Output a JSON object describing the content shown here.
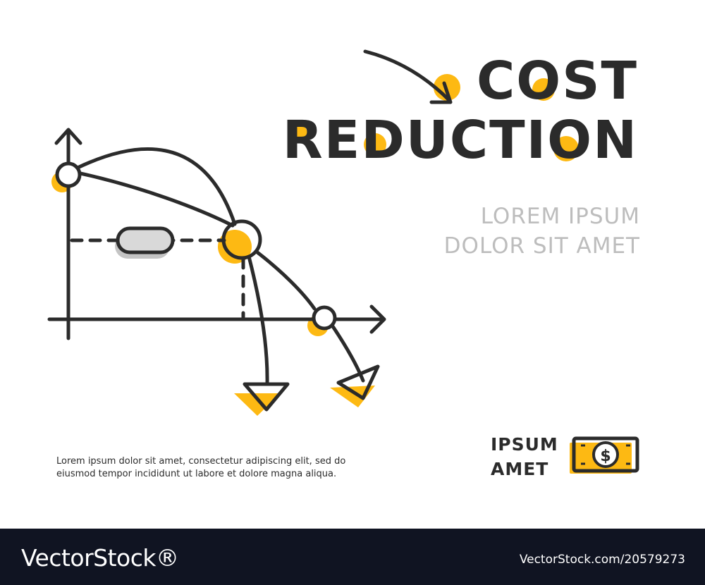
{
  "headline": {
    "line1": "COST",
    "line2": "REDUCTION"
  },
  "subheadline": {
    "line1": "LOREM IPSUM",
    "line2": "DOLOR SIT AMET"
  },
  "caption": {
    "text": "Lorem ipsum dolor sit amet, consectetur adipiscing elit, sed do eiusmod tempor incididunt ut labore et dolore magna aliqua."
  },
  "badge": {
    "line1": "IPSUM",
    "line2": "AMET",
    "icon": "dollar-bill-icon",
    "symbol": "$"
  },
  "footer": {
    "brand": "VectorStock®",
    "image_id": "VectorStock.com/20579273"
  },
  "colors": {
    "accent": "#FDB913",
    "ink": "#2b2b2b",
    "muted": "#bdbdbd",
    "footer_bg": "#101422"
  }
}
